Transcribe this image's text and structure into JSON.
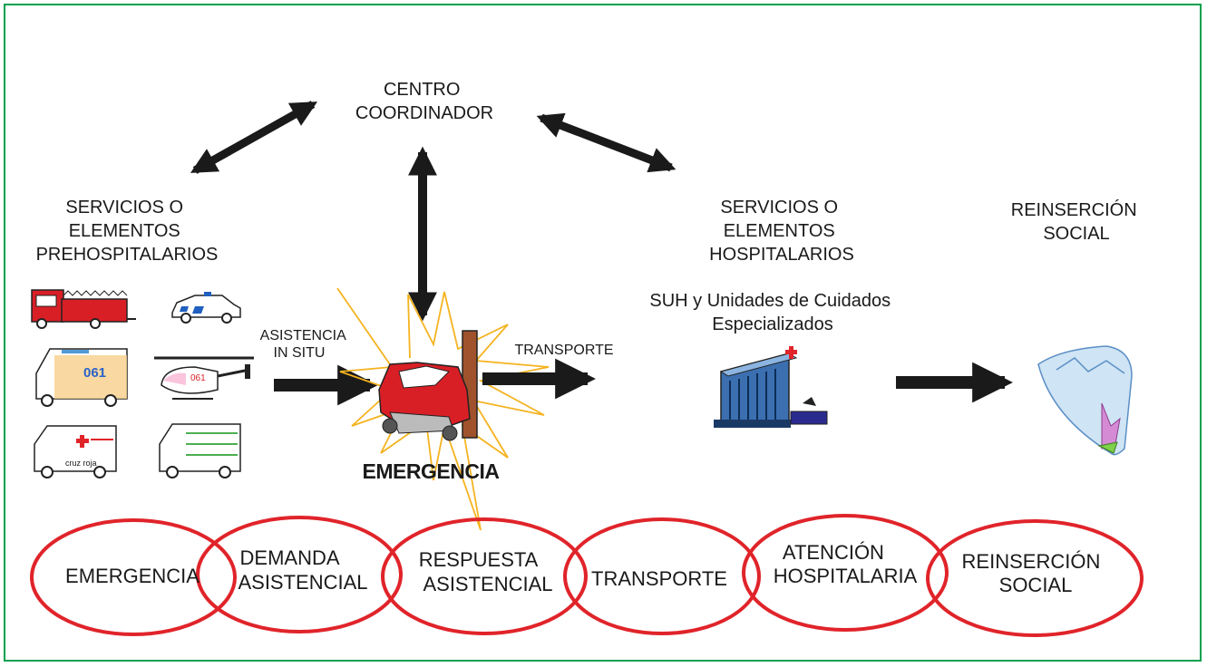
{
  "nodes": {
    "centro": [
      "CENTRO",
      "COORDINADOR"
    ],
    "prehospitalarios": [
      "SERVICIOS O",
      "ELEMENTOS",
      "PREHOSPITALARIOS"
    ],
    "hospitalarios": [
      "SERVICIOS O",
      "ELEMENTOS",
      "HOSPITALARIOS"
    ],
    "suh": [
      "SUH y Unidades de Cuidados",
      "Especializados"
    ],
    "reinsercion": [
      "REINSERCIÓN",
      "SOCIAL"
    ],
    "asistencia": [
      "ASISTENCIA",
      "IN SITU"
    ],
    "transporte": "TRANSPORTE",
    "emergencia": "EMERGENCIA"
  },
  "vehicles": {
    "ambulance_061_label": "061",
    "helicopter_label": "061",
    "cruz_roja_label": "cruz roja"
  },
  "chain": [
    {
      "lines": [
        "EMERGENCIA"
      ]
    },
    {
      "lines": [
        "DEMANDA",
        "ASISTENCIAL"
      ]
    },
    {
      "lines": [
        "RESPUESTA",
        "ASISTENCIAL"
      ]
    },
    {
      "lines": [
        "TRANSPORTE"
      ]
    },
    {
      "lines": [
        "ATENCIÓN",
        "HOSPITALARIA"
      ]
    },
    {
      "lines": [
        "REINSERCIÓN",
        "SOCIAL"
      ]
    }
  ],
  "colors": {
    "border": "#00a04f",
    "oval": "#e0242a",
    "arrow": "#1a1a1a",
    "burst": "#f5b320"
  }
}
